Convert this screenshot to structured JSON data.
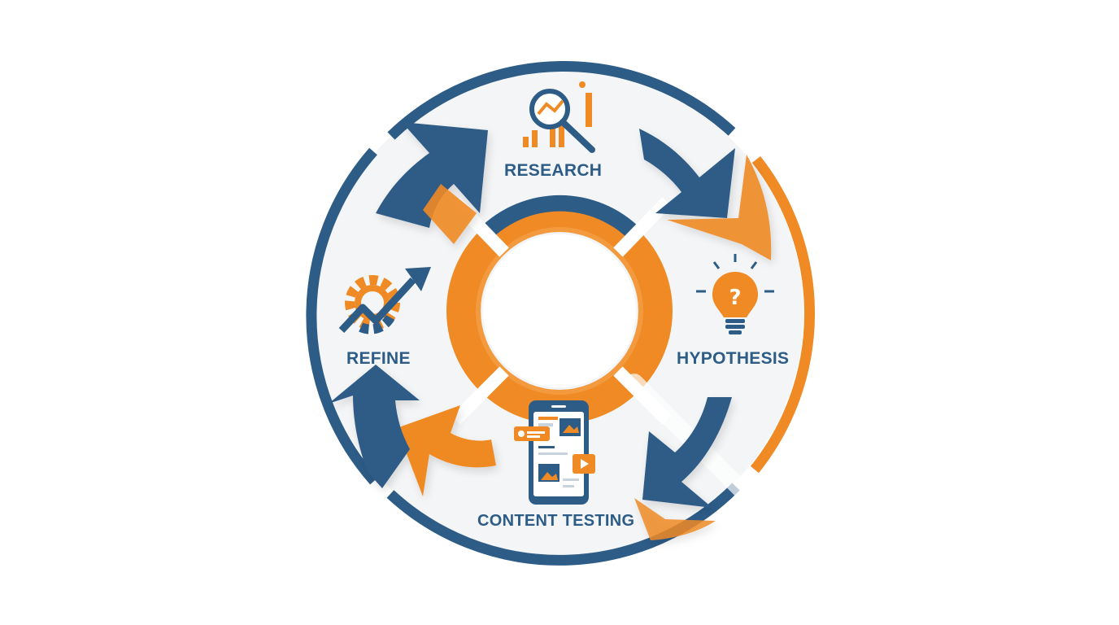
{
  "diagram": {
    "stages": [
      {
        "id": "research",
        "label": "RESEARCH",
        "icon": "magnifier-chart-icon"
      },
      {
        "id": "hypothesis",
        "label": "HYPOTHESIS",
        "icon": "lightbulb-question-icon"
      },
      {
        "id": "content_testing",
        "label": "CONTENT TESTING",
        "icon": "smartphone-content-icon"
      },
      {
        "id": "refine",
        "label": "REFINE",
        "icon": "gear-trend-arrow-icon"
      }
    ],
    "colors": {
      "blue": "#2d5c87",
      "orange": "#ef8a24",
      "light_background": "#f4f5f6",
      "white": "#ffffff"
    }
  }
}
